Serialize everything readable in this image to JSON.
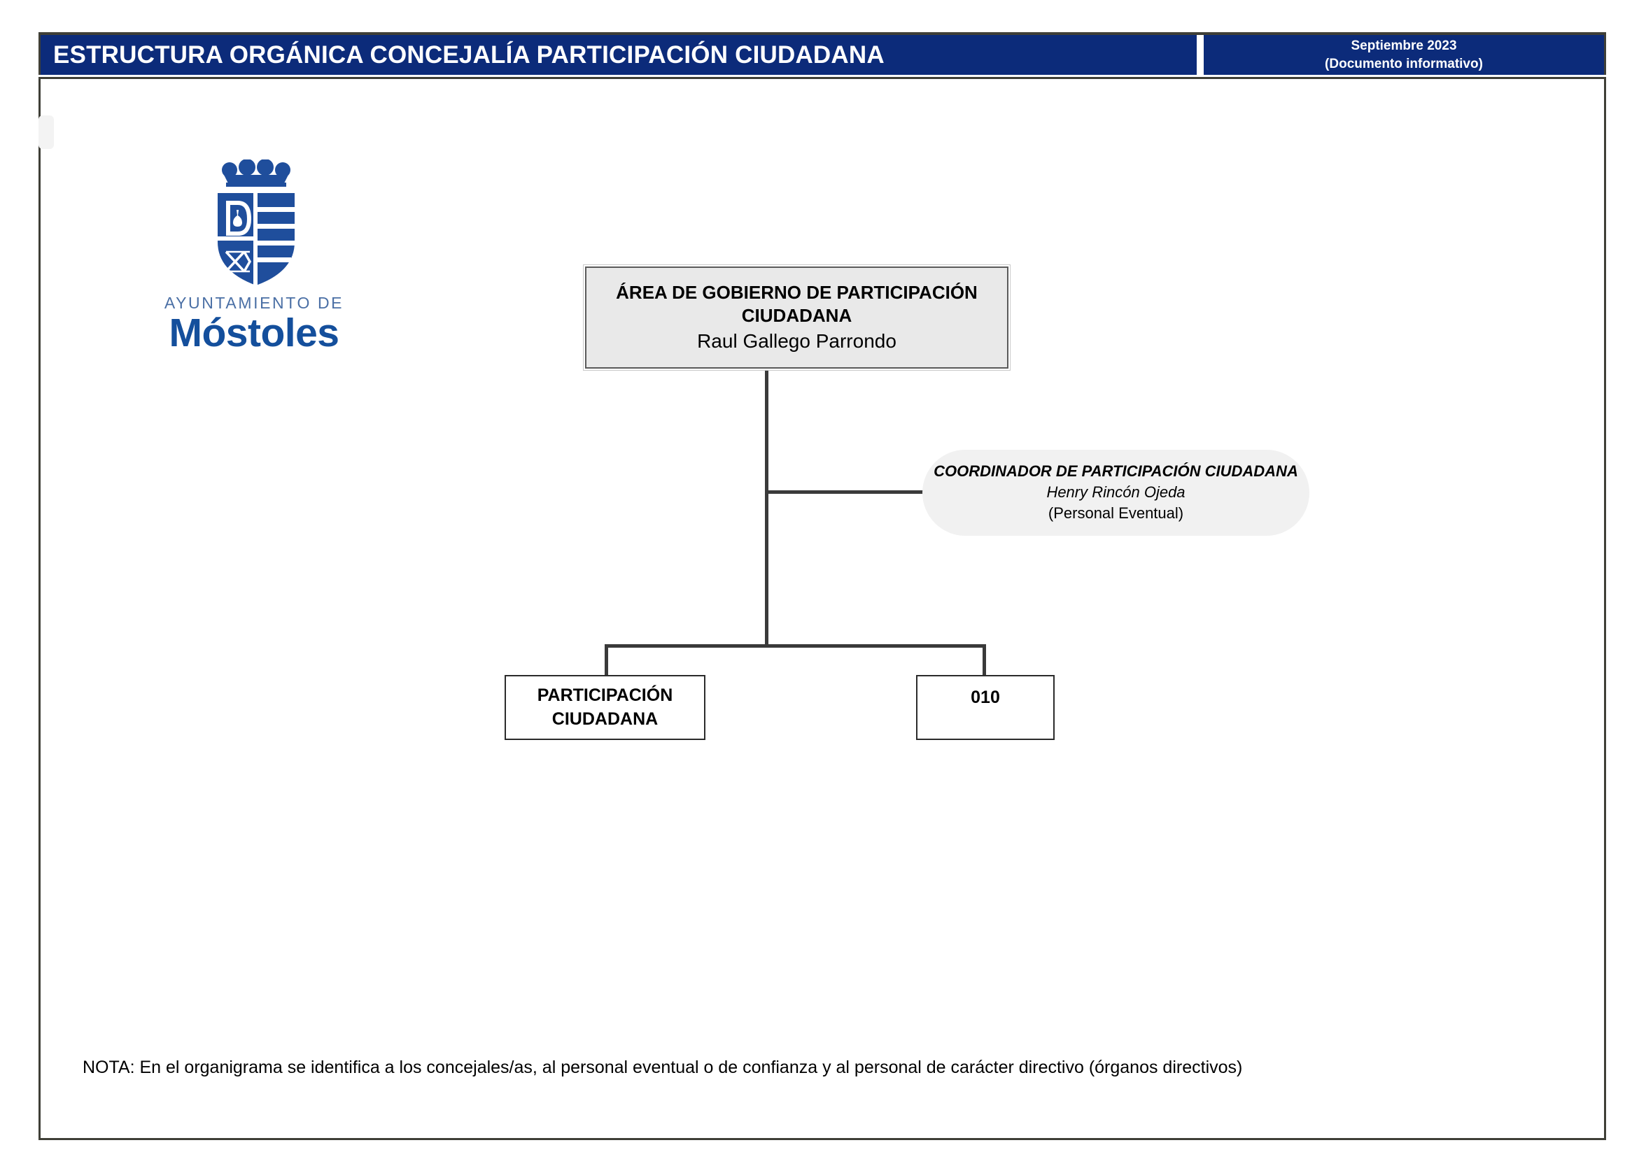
{
  "header": {
    "title": "ESTRUCTURA ORGÁNICA CONCEJALÍA PARTICIPACIÓN CIUDADANA",
    "date_line1": "Septiembre 2023",
    "date_line2": "(Documento informativo)",
    "background_color": "#0c2b7a",
    "text_color": "#ffffff"
  },
  "logo": {
    "name": "mostoles-coat-of-arms",
    "caption_top": "AYUNTAMIENTO DE",
    "caption_main": "Móstoles",
    "shield_letter": "D",
    "crown_spheres": 4,
    "brand_color": "#144f9c",
    "caption_top_color": "#4a6fa5"
  },
  "org_chart": {
    "type": "diagram",
    "nodes": [
      {
        "id": "root",
        "title": "ÁREA DE GOBIERNO DE PARTICIPACIÓN CIUDADANA",
        "name": "Raul Gallego Parrondo",
        "shape": "rectangle",
        "fill": "#e9e9e9",
        "level": 0
      },
      {
        "id": "coordinator",
        "title": "COORDINADOR DE PARTICIPACIÓN CIUDADANA",
        "name": "Henry Rincón Ojeda",
        "subtitle": "(Personal Eventual)",
        "shape": "rounded",
        "fill": "#f1f1f1",
        "level": 1
      },
      {
        "id": "participacion-ciudadana",
        "title": "PARTICIPACIÓN CIUDADANA",
        "shape": "rectangle",
        "fill": "#ffffff",
        "level": 2
      },
      {
        "id": "010",
        "title": "010",
        "shape": "rectangle",
        "fill": "#ffffff",
        "level": 2
      }
    ],
    "edges": [
      {
        "from": "root",
        "to": "coordinator"
      },
      {
        "from": "root",
        "to": "participacion-ciudadana"
      },
      {
        "from": "root",
        "to": "010"
      }
    ]
  },
  "footer": {
    "note": "NOTA: En el organigrama se identifica a los concejales/as, al personal eventual o de confianza y al personal de carácter directivo (órganos directivos)"
  }
}
